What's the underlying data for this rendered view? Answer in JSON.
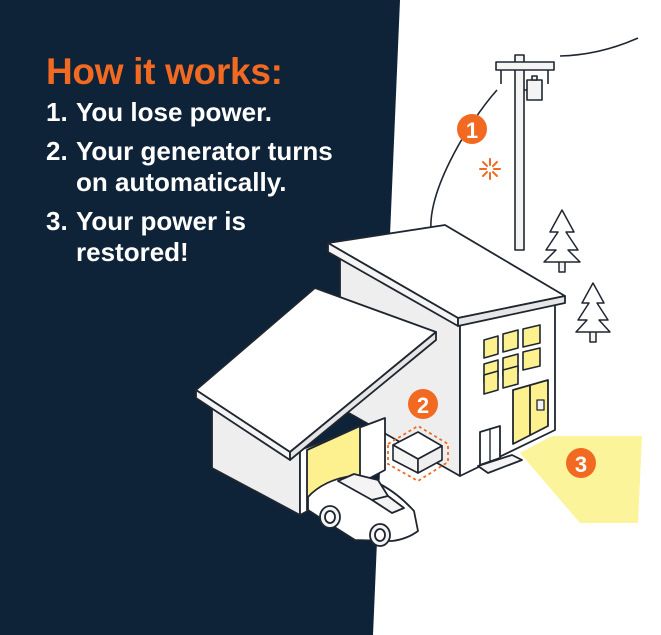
{
  "title": "How it works:",
  "steps": [
    {
      "number": "1.",
      "lines": [
        "You lose power."
      ]
    },
    {
      "number": "2.",
      "lines": [
        "Your generator turns",
        "on automatically."
      ]
    },
    {
      "number": "3.",
      "lines": [
        "Your power is",
        "restored!"
      ]
    }
  ],
  "badges": [
    "1",
    "2",
    "3"
  ],
  "colors": {
    "navy": "#0e2238",
    "orange": "#f26a21",
    "light_yellow": "#fbf49a",
    "window_yellow": "#fdf08e",
    "house_white": "#f4f4f4",
    "outline": "#1f2630"
  },
  "icons": [
    "utility-pole",
    "spark",
    "house",
    "garage",
    "generator",
    "car",
    "pine-tree"
  ]
}
